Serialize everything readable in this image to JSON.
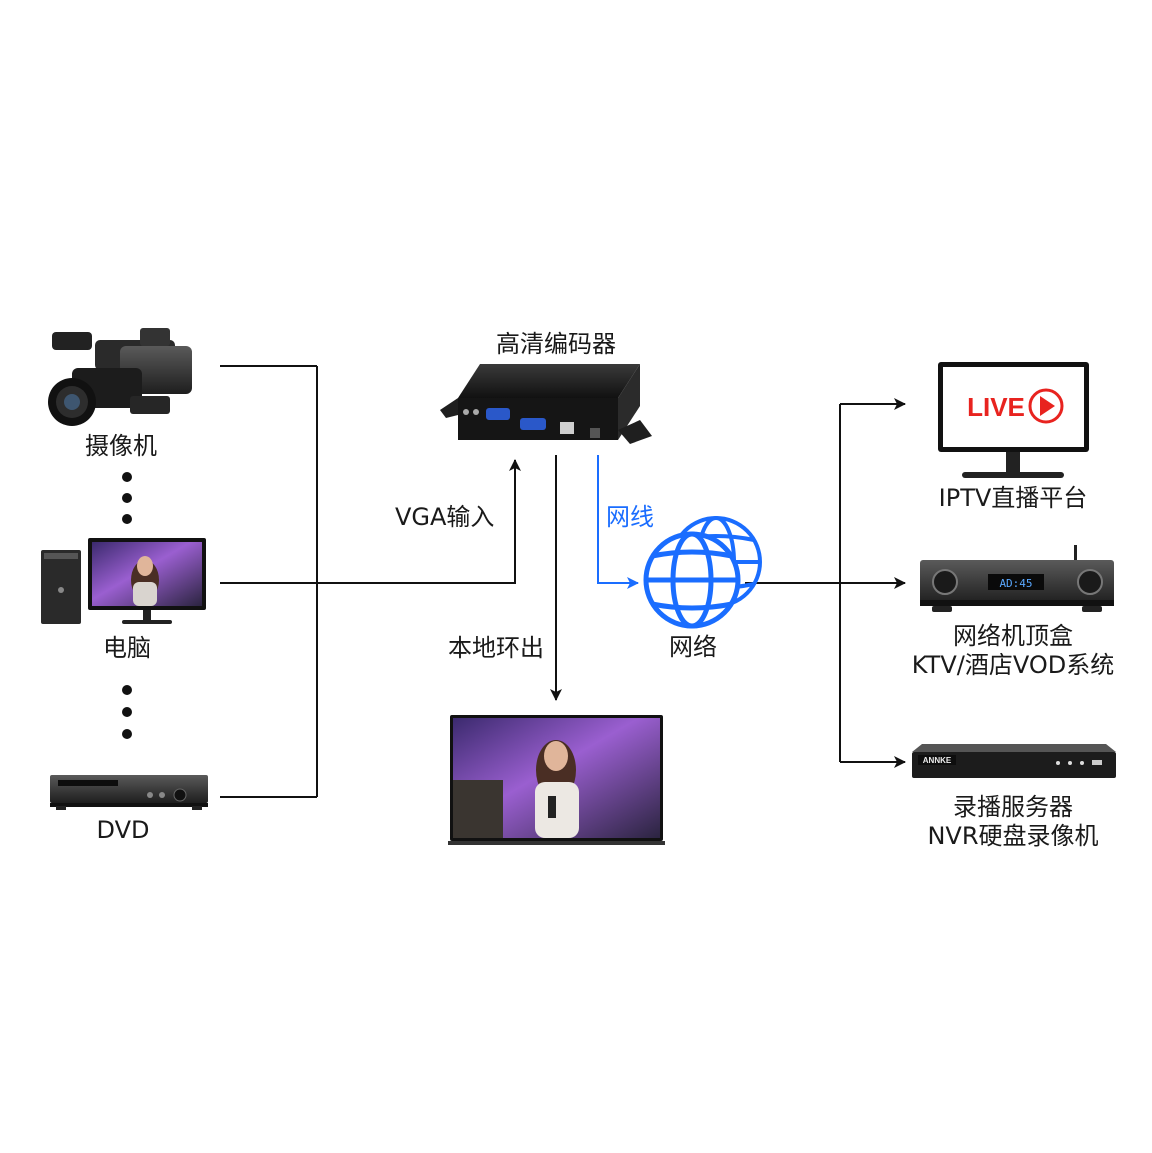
{
  "sources": {
    "camera": "摄像机",
    "computer": "电脑",
    "dvd": "DVD"
  },
  "encoder": {
    "title": "高清编码器"
  },
  "links": {
    "vga_input": "VGA输入",
    "local_loop": "本地环出",
    "network_cable": "网线",
    "network": "网络"
  },
  "outputs": {
    "iptv": "IPTV直播平台",
    "live_badge": "LIVE",
    "stb_line1": "网络机顶盒",
    "stb_line2": "KTV/酒店VOD系统",
    "nvr_line1": "录播服务器",
    "nvr_line2": "NVR硬盘录像机",
    "nvr_brand": "ANNKE",
    "receiver_display": "AD:45"
  },
  "colors": {
    "line": "#111111",
    "network_blue": "#1a6dff",
    "live_red": "#e8231f"
  }
}
